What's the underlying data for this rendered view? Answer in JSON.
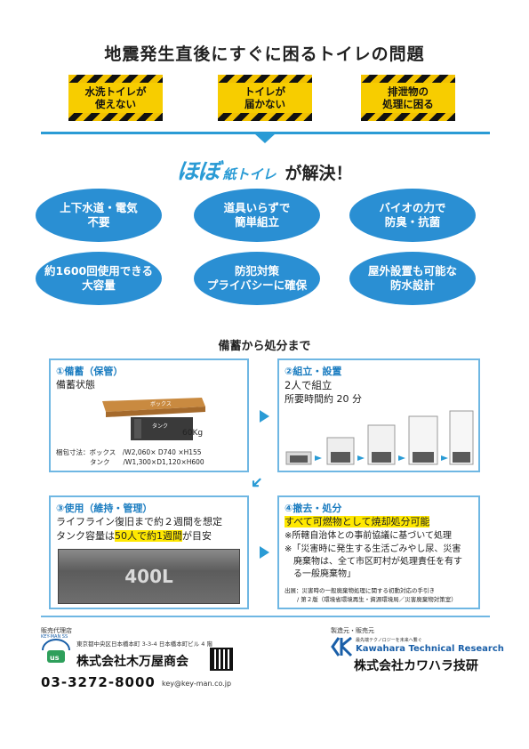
{
  "title": "地震発生直後にすぐに困るトイレの問題",
  "problems": [
    "水洗トイレが\n使えない",
    "トイレが\n届かない",
    "排泄物の\n処理に困る"
  ],
  "brand": {
    "name": "ほぼ",
    "sub": "紙トイレ",
    "suffix": "が解決！"
  },
  "features": [
    "上下水道・電気\n不要",
    "道具いらずで\n簡単組立",
    "バイオの力で\n防臭・抗菌",
    "約1600回使用できる\n大容量",
    "防犯対策\nプライバシーに確保",
    "屋外設置も可能な\n防水設計"
  ],
  "process_title": "備蓄から処分まで",
  "steps": {
    "storage": {
      "head": "①備蓄（保管）",
      "state": "備蓄状態",
      "box_label": "ボックス",
      "tank_label": "タンク",
      "weight": "60Kg",
      "spec_label": "梱包寸法：",
      "spec_box": "ボックス　/W2,060× D740 ×H155",
      "spec_tank": "タンク　　/W1,300×D1,120×H600"
    },
    "assembly": {
      "head": "②組立・設置",
      "line1": "2人で組立",
      "line2": "所要時間約 20 分"
    },
    "use": {
      "head": "③使用（維持・管理）",
      "line1": "ライフライン復旧まで約２週間を想定",
      "line2a": "タンク容量は",
      "line2b": "50人で約1週間",
      "line2c": "が目安",
      "tank_capacity": "400L"
    },
    "disposal": {
      "head": "④撤去・処分",
      "highlight": "すべて可燃物として焼却処分可能",
      "note1": "※所轄自治体との事前協議に基づいて処理",
      "note2": "※「災害時に発生する生活ごみやし尿、災害\n　廃棄物は、全て市区町村が処理責任を有す\n　る一般廃棄物」",
      "source1": "出展：災害時の一般廃棄物処理に関する初動対応の手引き",
      "source2": "/ 第２版（環境省環境再生・資源環境局／災害廃棄物対策室）"
    }
  },
  "footer": {
    "agent_label": "販売代理店",
    "agent_address": "東京都中央区日本橋本町 3-3-4 日本橋本町ビル 4 階",
    "agent_logo_text": "KEY-MAN SS",
    "agent_company": "株式会社木万屋商会",
    "agent_phone": "03-3272-8000",
    "agent_email": "key@key-man.co.jp",
    "maker_label": "製造元・販売元",
    "maker_tagline": "最先端テクノロジーを未来へ繋ぐ",
    "maker_en": "Kawahara Technical Research",
    "maker_company": "株式会社カワハラ技研",
    "colors": {
      "accent": "#2a9bd5",
      "hazard_yellow": "#f7cd00",
      "highlight": "#ffe800"
    }
  }
}
